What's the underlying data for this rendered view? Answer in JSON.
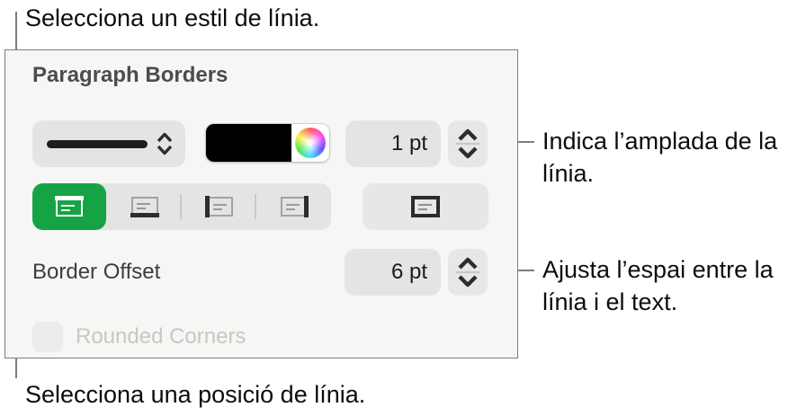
{
  "callouts": {
    "line_style": "Selecciona un estil de línia.",
    "line_width": {
      "line1": "Indica l’amplada de la",
      "line2": "línia."
    },
    "offset": {
      "line1": "Ajusta l’espai entre la",
      "line2": "línia i el text."
    },
    "position": "Selecciona una posició de línia."
  },
  "panel": {
    "title": "Paragraph Borders",
    "line_style_popup": {
      "preview": "solid-line",
      "icon": "up-down-chevrons-icon"
    },
    "color_well": {
      "color": "#000000",
      "picker_icon": "color-wheel-icon"
    },
    "line_width": {
      "value": "1 pt"
    },
    "position_buttons": {
      "selected": "border-top",
      "options": [
        "border-top",
        "border-bottom",
        "border-left",
        "border-right"
      ],
      "all_borders": "border-all"
    },
    "border_offset": {
      "label": "Border Offset",
      "value": "6 pt"
    },
    "rounded_corners": {
      "label": "Rounded Corners",
      "checked": false,
      "enabled": false
    },
    "colors": {
      "selected_green": "#16a346",
      "panel_background": "#f6f6f4",
      "control_background": "#e4e4e2",
      "swatch_black": "#000000"
    }
  }
}
